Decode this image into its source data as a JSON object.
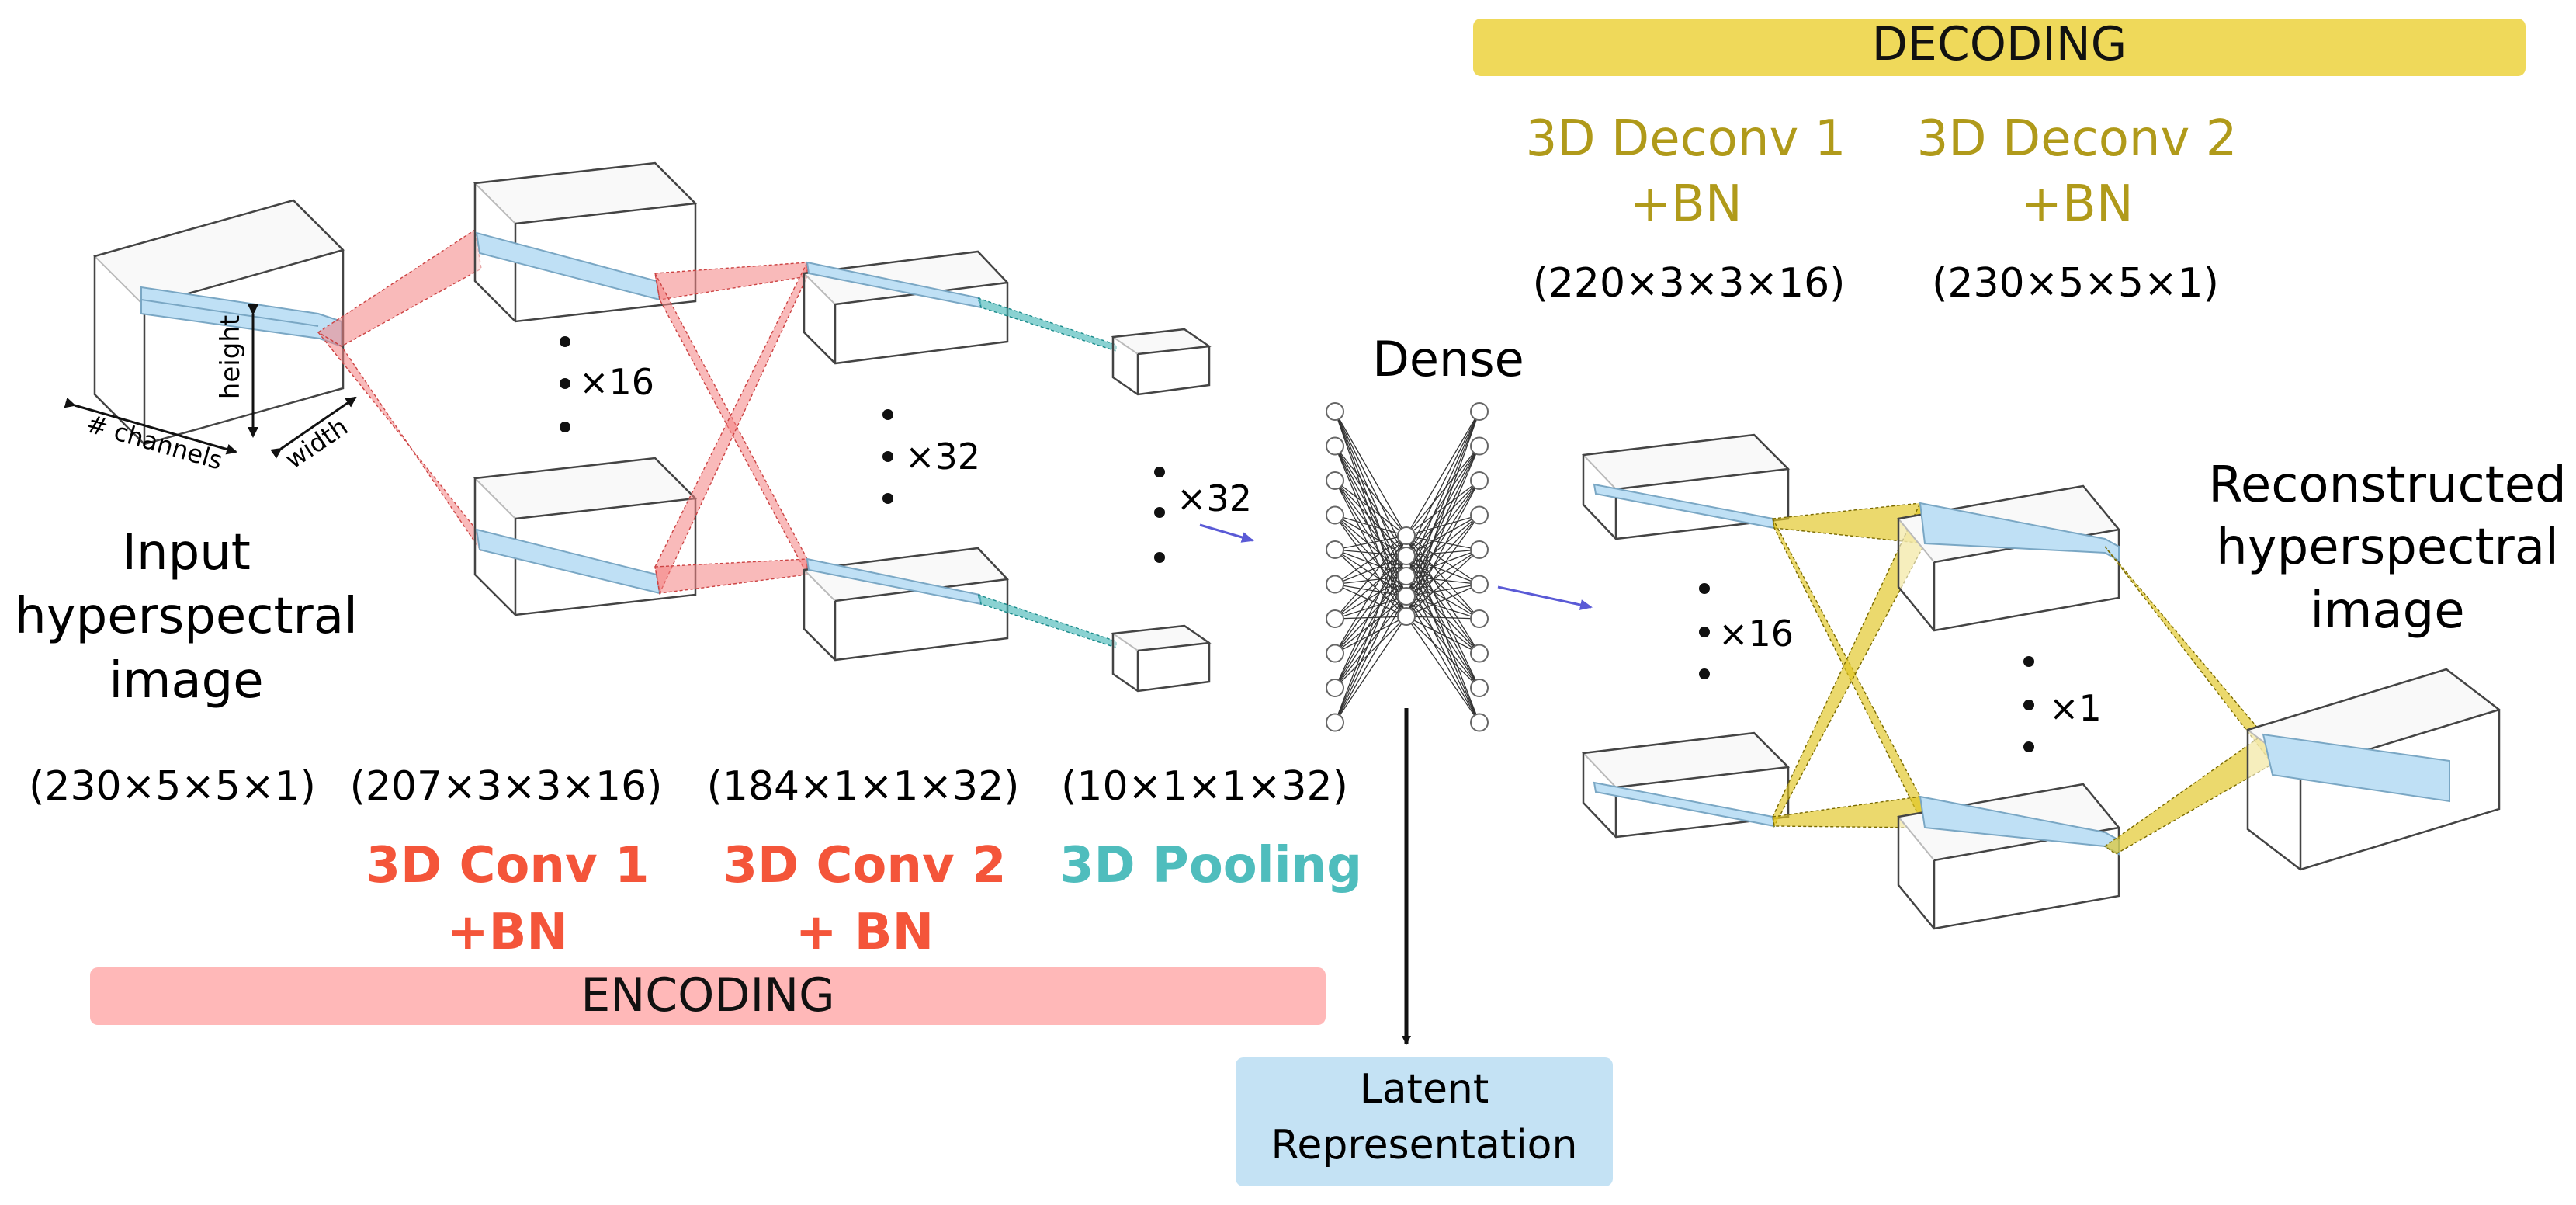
{
  "input": {
    "title_lines": [
      "Input",
      "hyperspectral",
      "image"
    ],
    "axis_height": "height",
    "axis_width": "width",
    "axis_channels": "# channels"
  },
  "encoder": {
    "multipliers": [
      "×16",
      "×32",
      "×32"
    ],
    "shapes": [
      "(230×5×5×1)",
      "(207×3×3×16)",
      "(184×1×1×32)",
      "(10×1×1×32)"
    ],
    "conv1_lines": [
      "3D Conv 1",
      "+BN"
    ],
    "conv2_lines": [
      "3D Conv 2",
      "+ BN"
    ],
    "pooling": "3D Pooling",
    "band_label": "ENCODING"
  },
  "dense": {
    "label": "Dense",
    "latent_lines": [
      "Latent",
      "Representation"
    ]
  },
  "decoder": {
    "band_label": "DECODING",
    "deconv1_lines": [
      "3D Deconv 1",
      "+BN"
    ],
    "deconv2_lines": [
      "3D Deconv 2",
      "+BN"
    ],
    "shapes": [
      "(220×3×3×16)",
      "(230×5×5×1)"
    ],
    "multipliers": [
      "×16",
      "×1"
    ]
  },
  "output": {
    "title_lines": [
      "Reconstructed",
      "hyperspectral",
      "image"
    ]
  },
  "colors": {
    "encoding_band": "#ffb8b8",
    "decoding_band": "#efd95a",
    "conv_text": "#f4553a",
    "pooling_text": "#4fbdbd",
    "deconv_text": "#b09a1a",
    "latent_box": "#c4e2f4",
    "arrow_blue": "#5a5ad6"
  }
}
